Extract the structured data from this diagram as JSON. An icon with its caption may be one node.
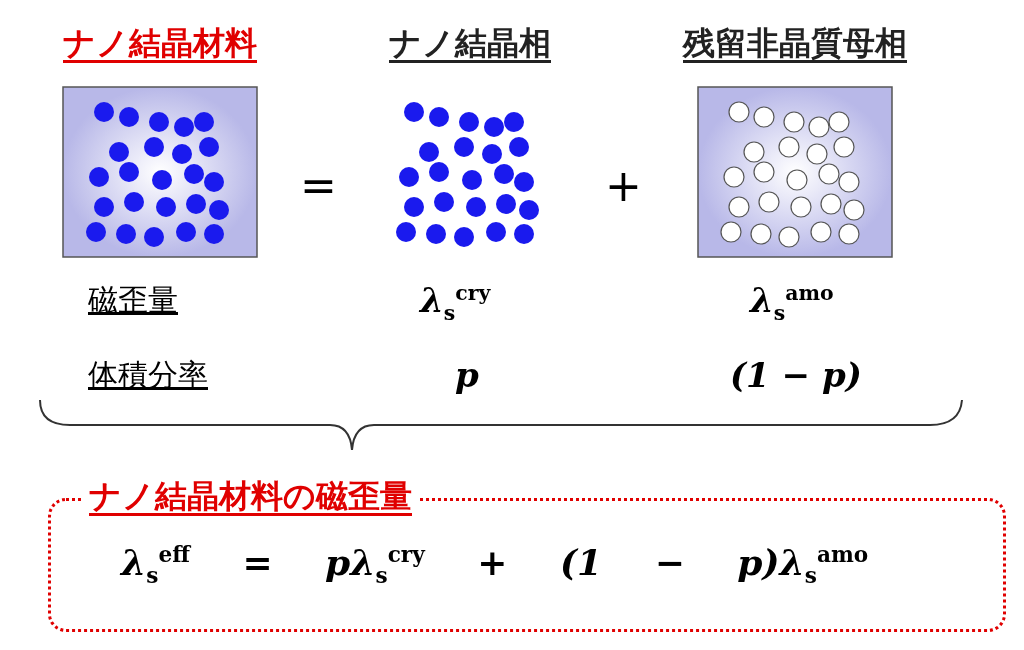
{
  "diagram": {
    "nodes": [
      {
        "text": [
          "ナノ結晶材料"
        ]
      },
      {
        "text": [
          "ナノ結晶相"
        ]
      },
      {
        "text": [
          "残留非晶質母相"
        ]
      },
      {
        "text": [
          "ナノ結晶材料の磁歪量",
          "λ$_{s}$$^{eff}$ = pλ$_{s}$$^{cry}$ + (1 − p)λ$_{s}$$^{amo}$"
        ]
      }
    ],
    "edges": [],
    "labels": [
      "=",
      "+",
      "磁歪量",
      "λ$_{s}$$^{cry}$",
      "λ$_{s}$$^{amo}$",
      "体積分率",
      "p",
      "(1 − p)"
    ]
  }
}
